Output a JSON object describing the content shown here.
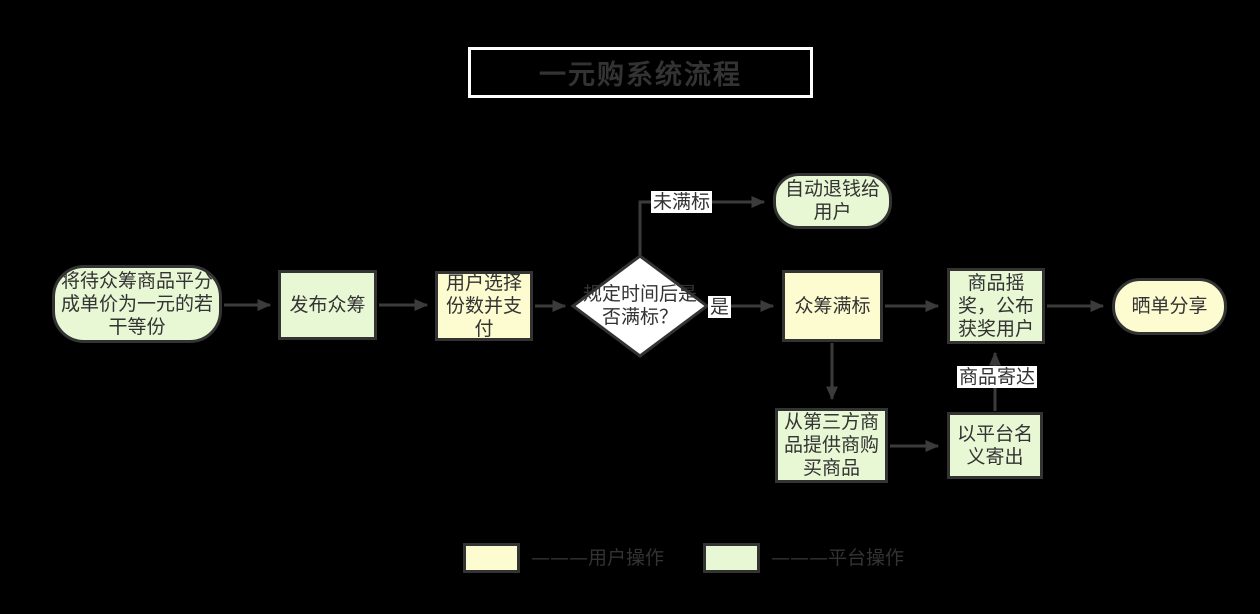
{
  "title": "一元购系统流程",
  "colors": {
    "background": "#000000",
    "user_fill": "#fdfbd0",
    "platform_fill": "#e8f7d4",
    "decision_fill": "#ffffff",
    "border": "#333333",
    "arrow": "#3b3b3b",
    "text": "#333333",
    "title_border": "#ffffff"
  },
  "nodes": {
    "start": {
      "label": "将待众筹商品平分\n成单价为一元的若\n干等份",
      "type": "platform",
      "shape": "stadium"
    },
    "publish": {
      "label": "发布众筹",
      "type": "platform",
      "shape": "rect"
    },
    "select_pay": {
      "label": "用户选择\n份数并支\n付",
      "type": "user",
      "shape": "rect"
    },
    "decision": {
      "label": "规定时间后是\n否满标？",
      "type": "decision",
      "shape": "diamond"
    },
    "refund": {
      "label": "自动退钱给\n用户",
      "type": "platform",
      "shape": "stadium"
    },
    "full": {
      "label": "众筹满标",
      "type": "user",
      "shape": "rect"
    },
    "lottery": {
      "label": "商品摇\n奖，公布\n获奖用户",
      "type": "platform",
      "shape": "rect"
    },
    "share": {
      "label": "晒单分享",
      "type": "user",
      "shape": "stadium"
    },
    "buy": {
      "label": "从第三方商\n品提供商购\n买商品",
      "type": "platform",
      "shape": "rect"
    },
    "send": {
      "label": "以平台名\n义寄出",
      "type": "platform",
      "shape": "rect"
    }
  },
  "edge_labels": {
    "not_full": "未满标",
    "yes": "是",
    "delivered": "商品寄达"
  },
  "legend": {
    "user": "———用户操作",
    "platform": "———平台操作"
  }
}
